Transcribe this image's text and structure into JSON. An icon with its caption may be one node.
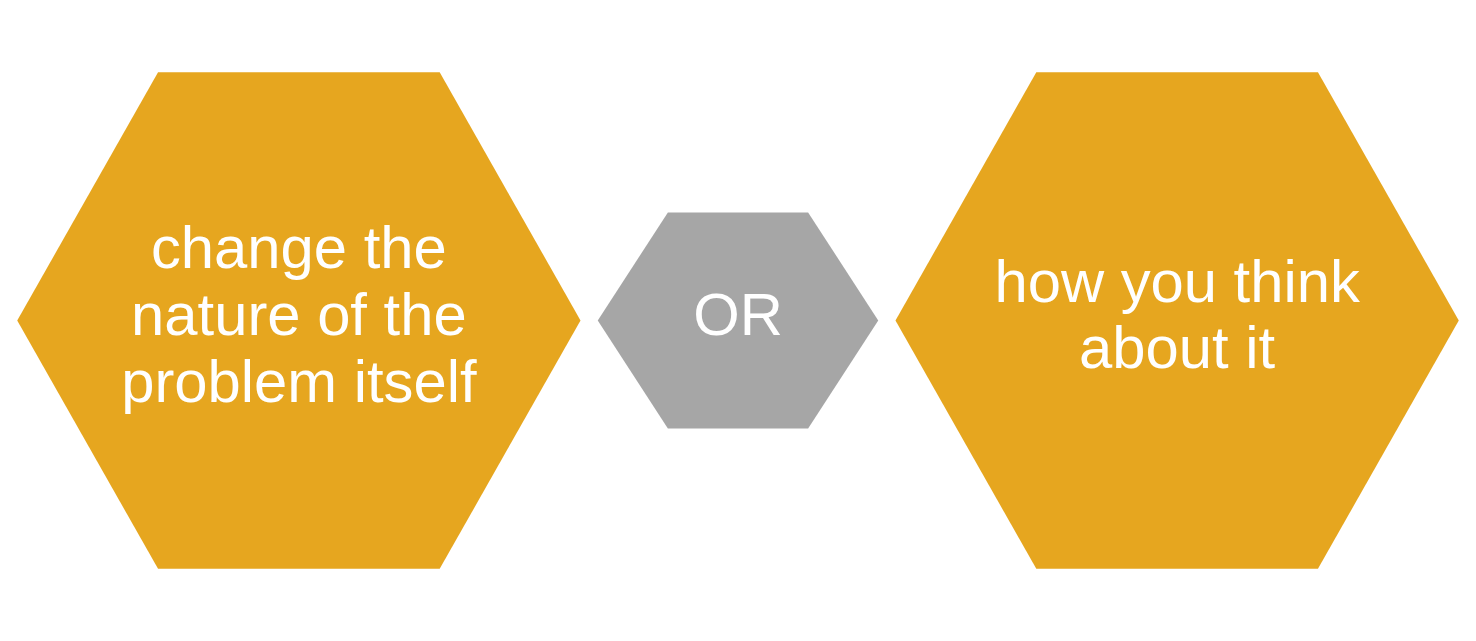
{
  "diagram": {
    "nodes": [
      {
        "text": [
          "change the nature of the problem itself"
        ]
      },
      {
        "text": [
          "OR"
        ]
      },
      {
        "text": [
          "how you think about it"
        ]
      }
    ]
  }
}
